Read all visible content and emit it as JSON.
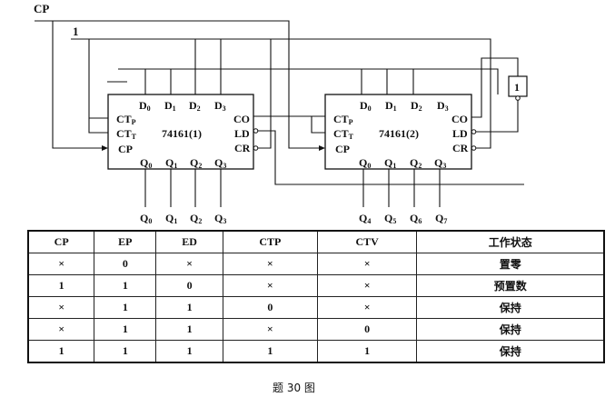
{
  "circuit": {
    "cp_label": "CP",
    "one_label": "1",
    "inverter_label": "1",
    "chips": [
      {
        "name": "74161(1)",
        "inputs_top": [
          "D0",
          "D1",
          "D2",
          "D3"
        ],
        "left_pins": {
          "ctp": "CT",
          "ctp_sub": "P",
          "ctt": "CT",
          "ctt_sub": "T",
          "cp": "CP"
        },
        "right_pins": {
          "co": "CO",
          "ld": "LD",
          "cr": "CR"
        },
        "outputs_bottom": [
          "Q0",
          "Q1",
          "Q2",
          "Q3"
        ],
        "external_outputs": [
          "Q0",
          "Q1",
          "Q2",
          "Q3"
        ]
      },
      {
        "name": "74161(2)",
        "inputs_top": [
          "D0",
          "D1",
          "D2",
          "D3"
        ],
        "left_pins": {
          "ctp": "CT",
          "ctp_sub": "P",
          "ctt": "CT",
          "ctt_sub": "T",
          "cp": "CP"
        },
        "right_pins": {
          "co": "CO",
          "ld": "LD",
          "cr": "CR"
        },
        "outputs_bottom": [
          "Q0",
          "Q1",
          "Q2",
          "Q3"
        ],
        "external_outputs": [
          "Q4",
          "Q5",
          "Q6",
          "Q7"
        ]
      }
    ]
  },
  "table": {
    "headers": [
      "CP",
      "EP",
      "ED",
      "CTP",
      "CTV",
      "工作状态"
    ],
    "rows": [
      [
        "×",
        "0",
        "×",
        "×",
        "×",
        "置零"
      ],
      [
        "1",
        "1",
        "0",
        "×",
        "×",
        "预置数"
      ],
      [
        "×",
        "1",
        "1",
        "0",
        "×",
        "保持"
      ],
      [
        "×",
        "1",
        "1",
        "×",
        "0",
        "保持"
      ],
      [
        "1",
        "1",
        "1",
        "1",
        "1",
        "保持"
      ]
    ]
  },
  "caption": "题 30 图"
}
